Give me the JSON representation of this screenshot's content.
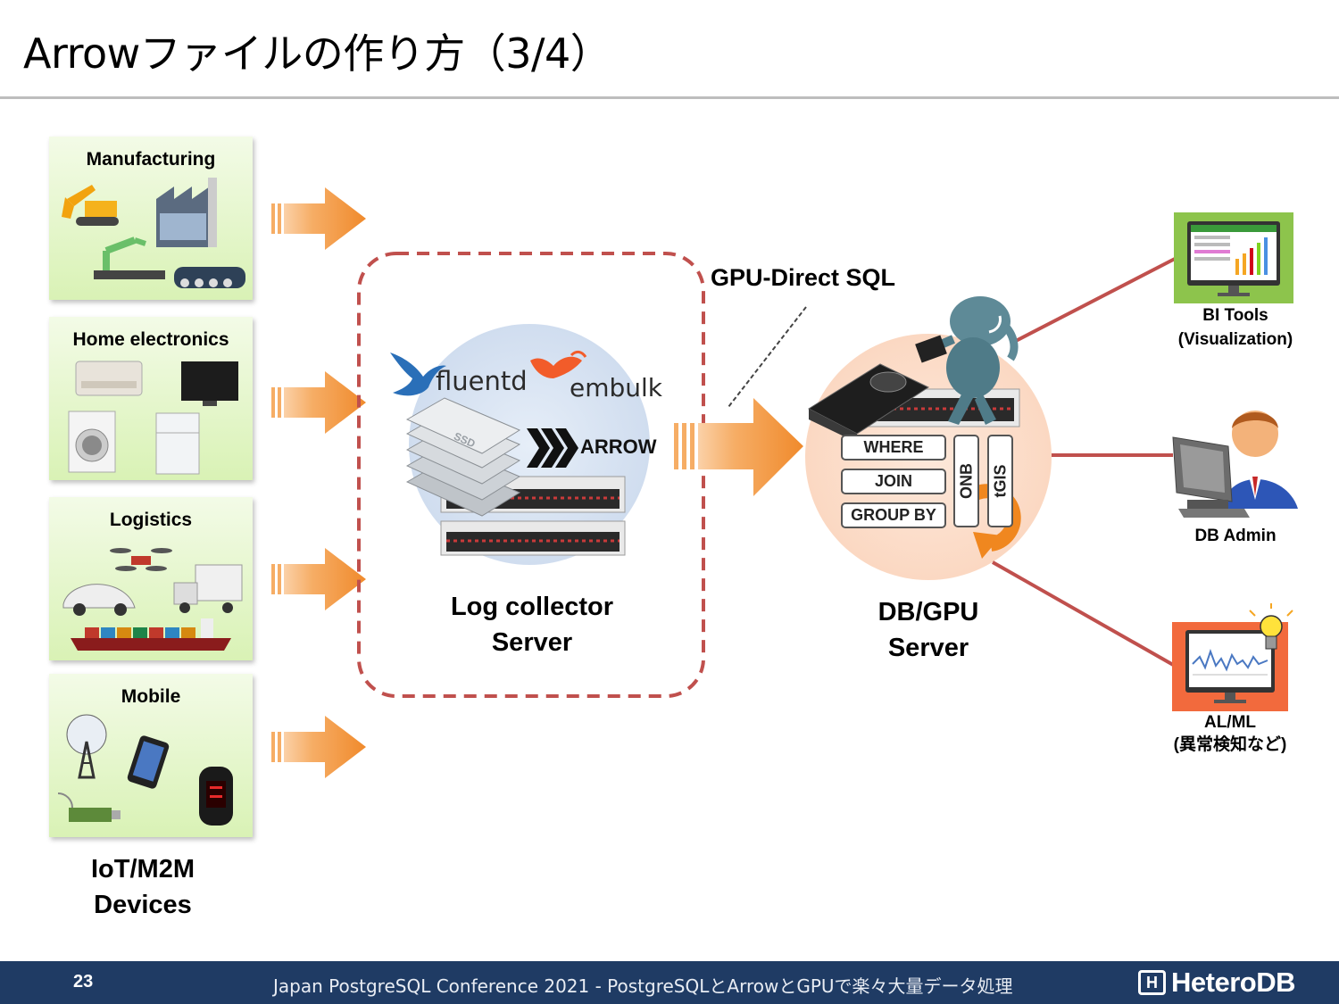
{
  "slide": {
    "title": "Arrowファイルの作り方（3/4）",
    "page_number": "23",
    "footer_text": "Japan PostgreSQL Conference 2021 - PostgreSQLとArrowとGPUで楽々大量データ処理",
    "brand": "HeteroDB",
    "brand_icon": "H"
  },
  "sources": {
    "items": [
      {
        "label": "Manufacturing"
      },
      {
        "label": "Home electronics"
      },
      {
        "label": "Logistics"
      },
      {
        "label": "Mobile"
      }
    ],
    "group_label_line1": "IoT/M2M",
    "group_label_line2": "Devices"
  },
  "collector": {
    "fluentd_logo": "fluentd",
    "embulk_logo": "embulk",
    "arrow_logo": "ARROW",
    "ssd_text": "SSD",
    "label_line1": "Log collector",
    "label_line2": "Server"
  },
  "gpu_direct_label": "GPU-Direct SQL",
  "db_server": {
    "label_line1": "DB/GPU",
    "label_line2": "Server",
    "buttons": [
      "WHERE",
      "JOIN",
      "GROUP BY"
    ],
    "vertical_labels": [
      "ONB",
      "tGIS"
    ]
  },
  "consumers": {
    "bi_line1": "BI Tools",
    "bi_line2": "(Visualization)",
    "admin": "DB Admin",
    "ml_line1": "AL/ML",
    "ml_line2": "(異常検知など)"
  },
  "colors": {
    "footer_bg": "#1f3b64",
    "arrow_orange": "#f29b45",
    "dashed_red": "#c0504d",
    "source_green": "#d9f2b5",
    "connector_red": "#c0504d"
  }
}
